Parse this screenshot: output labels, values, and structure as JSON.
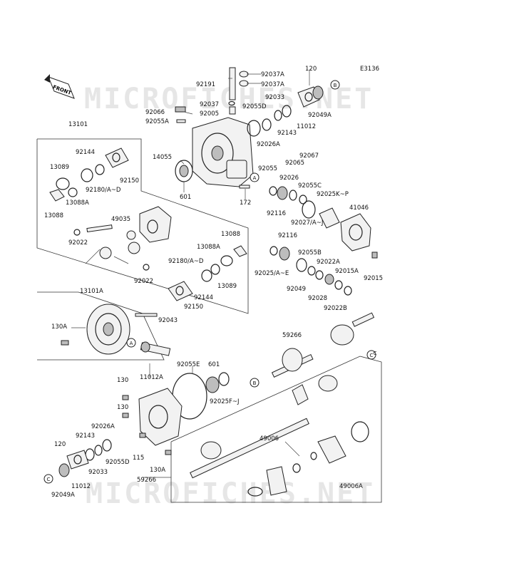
{
  "diagram_code": "E3136",
  "front_label": "FRONT",
  "watermark": [
    "MICROFICHES.NET",
    "MICROFICHES.NET"
  ],
  "ref_markers": [
    "A",
    "B",
    "C",
    "A",
    "B",
    "C",
    "C"
  ],
  "labels": [
    "120",
    "92191",
    "92037A",
    "92037A",
    "92033",
    "92037",
    "92055D",
    "92049A",
    "11012",
    "92143",
    "92066",
    "92005",
    "92055A",
    "92026A",
    "92067",
    "92065",
    "13101",
    "14055",
    "92144",
    "92150",
    "13089",
    "92180/A~D",
    "13088A",
    "13088",
    "601",
    "172",
    "92055",
    "92026",
    "92055C",
    "92025K~P",
    "41046",
    "92116",
    "92027/A~J",
    "49035",
    "92022",
    "92116",
    "92025/A~E",
    "92055B",
    "92022A",
    "92015A",
    "92015",
    "13088",
    "13088A",
    "92180/A~D",
    "13089",
    "92144",
    "92022",
    "92150",
    "92049",
    "92028",
    "92022B",
    "13101A",
    "92043",
    "130A",
    "59266",
    "92055E",
    "601",
    "92025F~J",
    "11012A",
    "130",
    "130",
    "92026A",
    "92143",
    "115",
    "120",
    "92033",
    "92055D",
    "130A",
    "11012",
    "92049A",
    "49006",
    "49006A",
    "59266"
  ]
}
